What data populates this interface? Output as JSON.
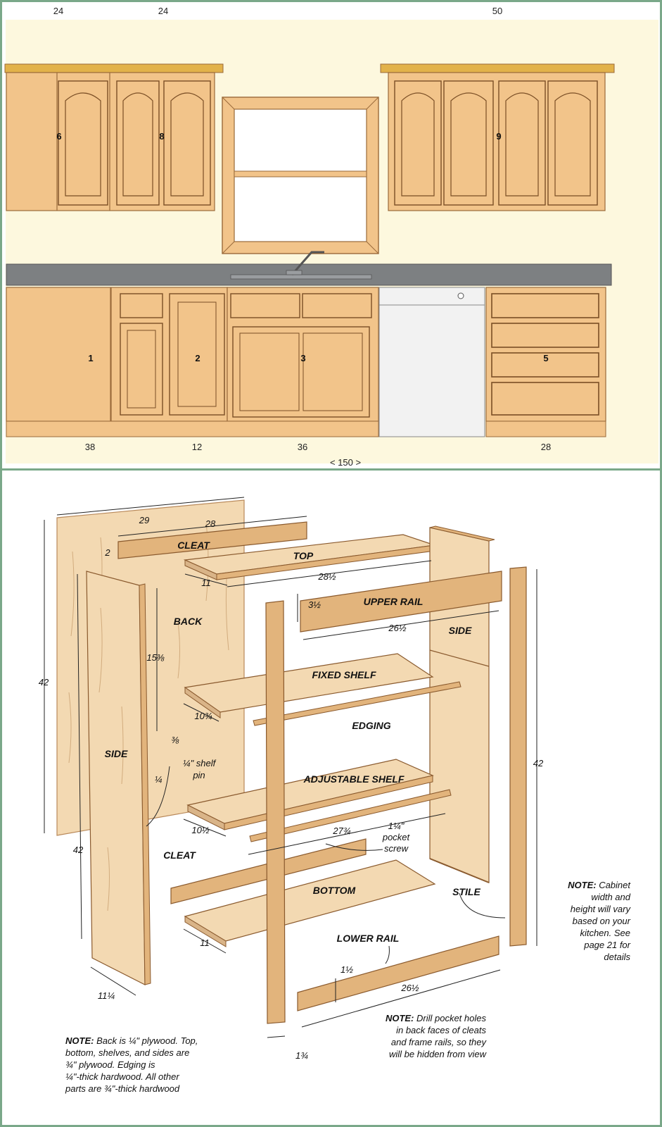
{
  "elevation": {
    "top_widths": [
      "24",
      "24",
      "50"
    ],
    "cabinet_numbers": {
      "c6": "6",
      "c8": "8",
      "c9": "9",
      "c1": "1",
      "c2": "2",
      "c3": "3",
      "c5": "5"
    },
    "bottom_widths": [
      "38",
      "12",
      "36",
      "28"
    ],
    "total_width": "< 150 >",
    "colors": {
      "wall": "#fdf8de",
      "wood": "#f2c48a",
      "wood_dark": "#9a6a3a",
      "crown": "#e2b24a",
      "counter": "#7d8082",
      "dishwasher": "#f2f2f2"
    }
  },
  "exploded": {
    "part_labels": {
      "cleat_top": "CLEAT",
      "top": "TOP",
      "back": "BACK",
      "upper_rail": "UPPER RAIL",
      "side_right": "SIDE",
      "fixed_shelf": "FIXED SHELF",
      "edging": "EDGING",
      "side_left": "SIDE",
      "adjustable_shelf": "ADJUSTABLE SHELF",
      "cleat_bottom": "CLEAT",
      "bottom": "BOTTOM",
      "stile": "STILE",
      "lower_rail": "LOWER RAIL"
    },
    "dimensions": {
      "back_width": "29",
      "cleat_length": "28",
      "cleat_height": "2",
      "back_height": "42",
      "top_depth": "11",
      "top_width": "28½",
      "upper_rail_height": "3½",
      "upper_rail_length": "26½",
      "pin_spacing": "15⅜",
      "fixed_shelf_depth": "10¾",
      "pin_top": "⅜",
      "pin_side": "¼",
      "adj_shelf_depth": "10½",
      "edging_length": "27¾",
      "side_height": "42",
      "bottom_depth": "11",
      "side_depth": "11¼",
      "stile_height": "42",
      "lower_rail_height": "1½",
      "lower_rail_length": "26½",
      "stile_width": "1¾"
    },
    "callouts": {
      "shelf_pin_1": "¼\" shelf",
      "shelf_pin_2": "pin",
      "pocket_screw_1": "1¼\"",
      "pocket_screw_2": "pocket",
      "pocket_screw_3": "screw"
    },
    "note_right": {
      "bold": "NOTE:",
      "lines": [
        " Cabinet",
        "width and",
        "height will vary",
        "based on your",
        "kitchen. See",
        "page 21 for",
        "details"
      ]
    },
    "note_left": {
      "bold": "NOTE:",
      "lines": [
        " Back is ¼\" plywood. Top,",
        "bottom, shelves, and sides are",
        "¾\" plywood. Edging is",
        "¼\"-thick hardwood. All other",
        "parts are ¾\"-thick hardwood"
      ]
    },
    "note_middle": {
      "bold": "NOTE:",
      "lines": [
        " Drill pocket holes",
        "in back faces of cleats",
        "and frame rails, so they",
        "will be hidden from view"
      ]
    },
    "colors": {
      "plywood": "#f3d9b2",
      "hardwood": "#e2b47c",
      "edge": "#b9895a",
      "line": "#3a2a1a"
    }
  }
}
